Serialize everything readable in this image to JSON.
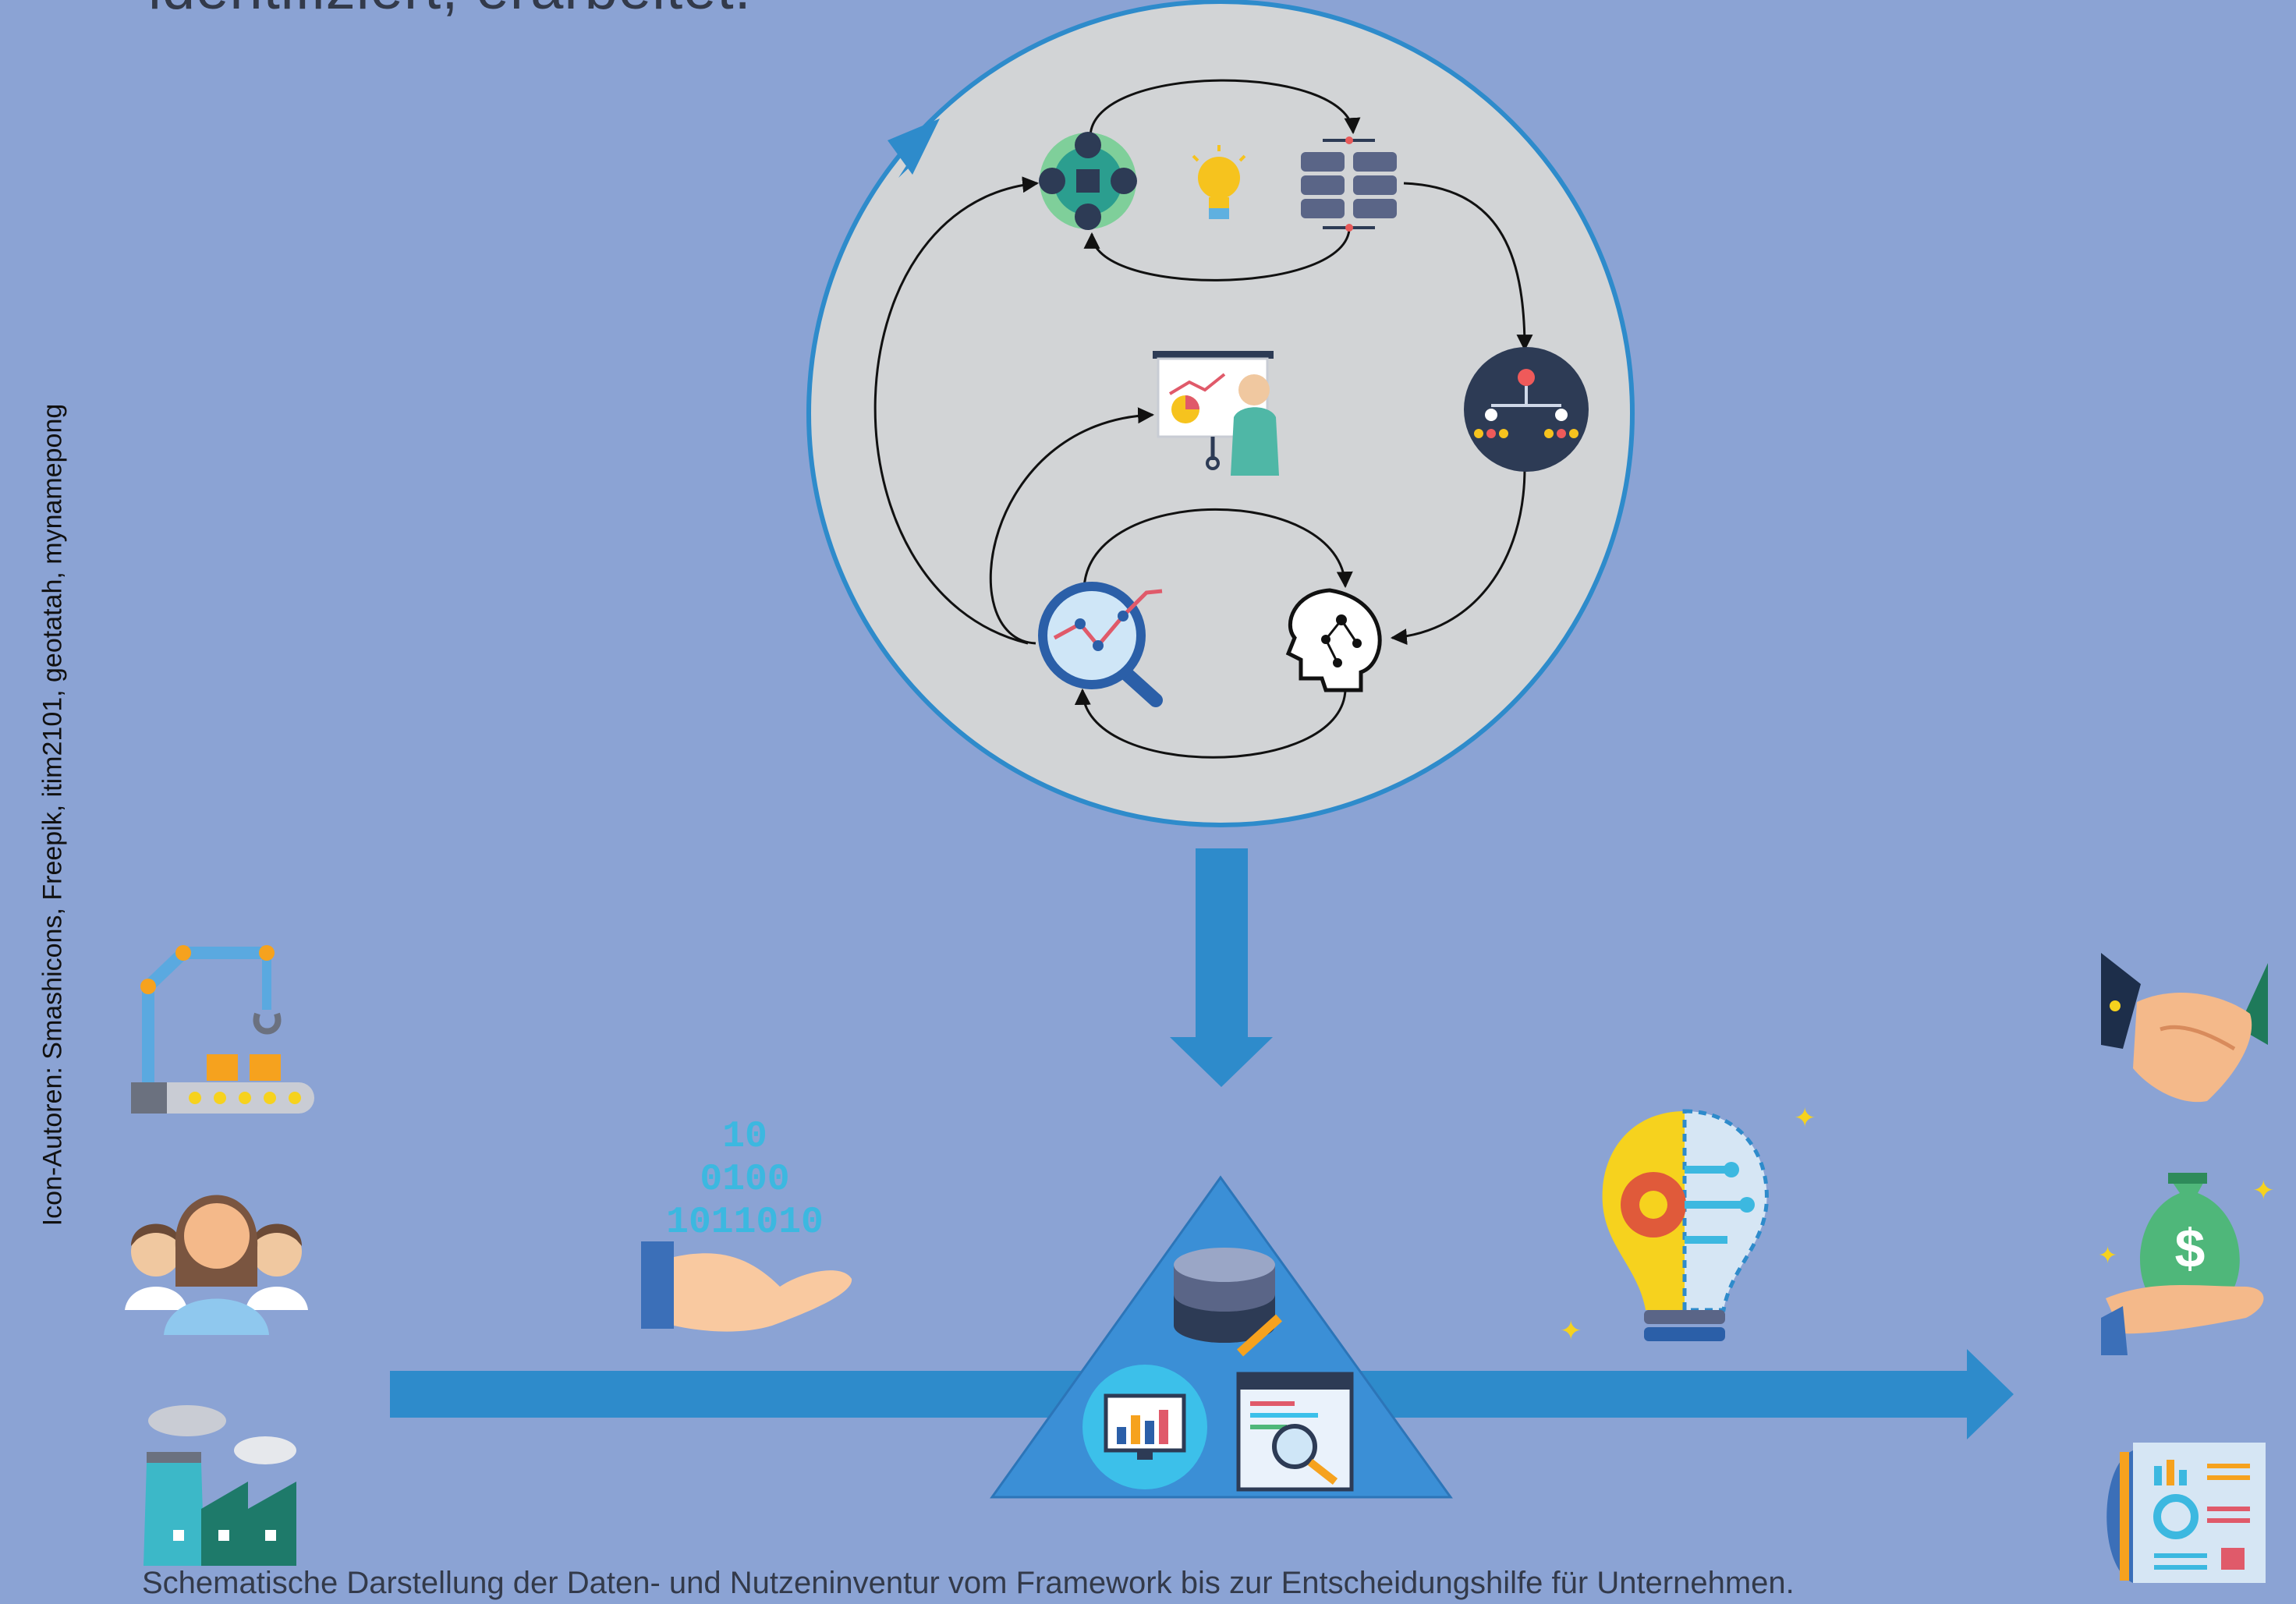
{
  "heading_fragment": "identifiziert, erarbeitet.",
  "icon_credit": "Icon-Autoren: Smashicons, Freepik, itim2101, geotatah, mynamepong",
  "caption": "Schematische Darstellung der Daten- und Nutzeninventur vom Framework bis zur Entscheidungshilfe für Unternehmen.",
  "data_hand_binary": [
    "10",
    "0100",
    "1011010"
  ],
  "money_bag_symbol": "$",
  "colors": {
    "background": "#8ba3d4",
    "accent_blue": "#2e8bcb",
    "cycle_circle": "#d2d4d6",
    "cycle_border": "#2e8bcb",
    "binary_text": "#3cb8e0"
  },
  "icons": {
    "cycle": [
      "team-collaboration-icon",
      "lightbulb-icon",
      "database-servers-icon",
      "hierarchy-network-icon",
      "ai-brain-icon",
      "data-analysis-magnifier-icon",
      "presentation-icon"
    ],
    "left": [
      "robotic-arm-conveyor-icon",
      "workforce-group-icon",
      "factory-icon"
    ],
    "right": [
      "handshake-icon",
      "money-bag-hand-icon",
      "report-dashboard-icon"
    ],
    "flow": [
      "data-hand-icon",
      "innovation-bulb-gear-icon",
      "database-edit-icon",
      "monitor-chart-icon",
      "browser-search-icon"
    ]
  }
}
